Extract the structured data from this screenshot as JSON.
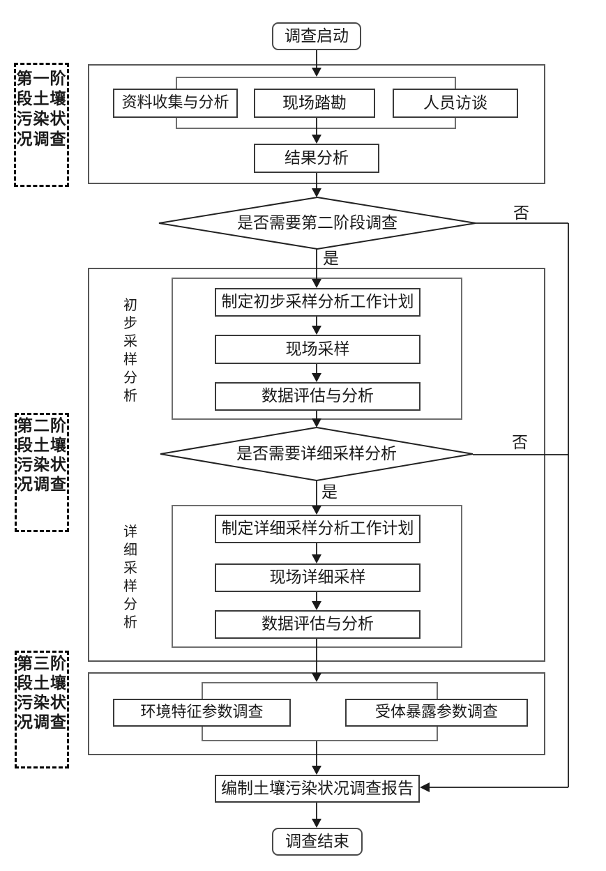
{
  "flow": {
    "start": "调查启动",
    "end": "调查结束",
    "report": "编制土壤污染状况调查报告",
    "yes": "是",
    "no": "否"
  },
  "stage1": {
    "side_label": "第一阶段土壤污染状况调查",
    "parallel_boxes": [
      "资料收集与分析",
      "现场踏勘",
      "人员访谈"
    ],
    "result": "结果分析",
    "decision": "是否需要第二阶段调查"
  },
  "stage2": {
    "side_label": "第二阶段土壤污染状况调查",
    "preliminary": {
      "group_label": "初步采样分析",
      "steps": [
        "制定初步采样分析工作计划",
        "现场采样",
        "数据评估与分析"
      ]
    },
    "decision": "是否需要详细采样分析",
    "detailed": {
      "group_label": "详细采样分析",
      "steps": [
        "制定详细采样分析工作计划",
        "现场详细采样",
        "数据评估与分析"
      ]
    }
  },
  "stage3": {
    "side_label": "第三阶段土壤污染状况调查",
    "boxes": [
      "环境特征参数调查",
      "受体暴露参数调查"
    ]
  },
  "colors": {
    "line": "#1a1a1a",
    "box_border": "#3a3a3a",
    "container_border": "#575757",
    "background": "#ffffff"
  }
}
